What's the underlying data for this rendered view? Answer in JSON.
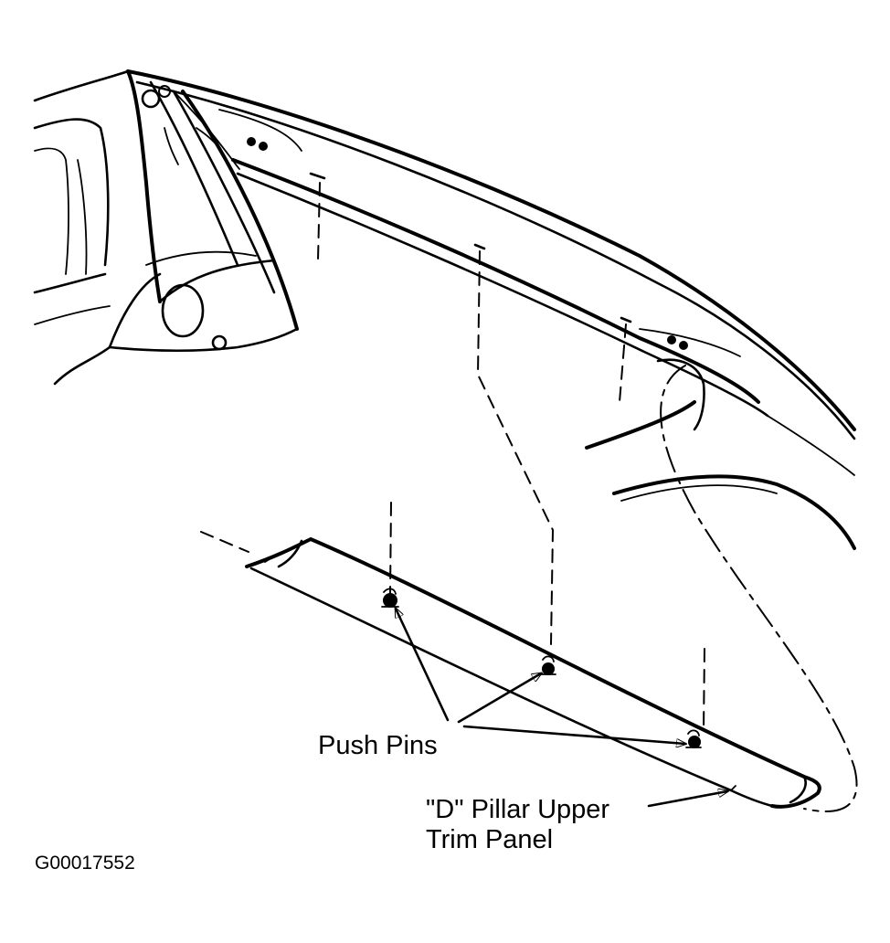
{
  "callouts": {
    "push_pins": "Push Pins",
    "trim_panel_line1": "\"D\" Pillar Upper",
    "trim_panel_line2": "Trim Panel"
  },
  "figure_code": "G00017552",
  "colors": {
    "ink": "#000000",
    "paper": "#ffffff"
  }
}
